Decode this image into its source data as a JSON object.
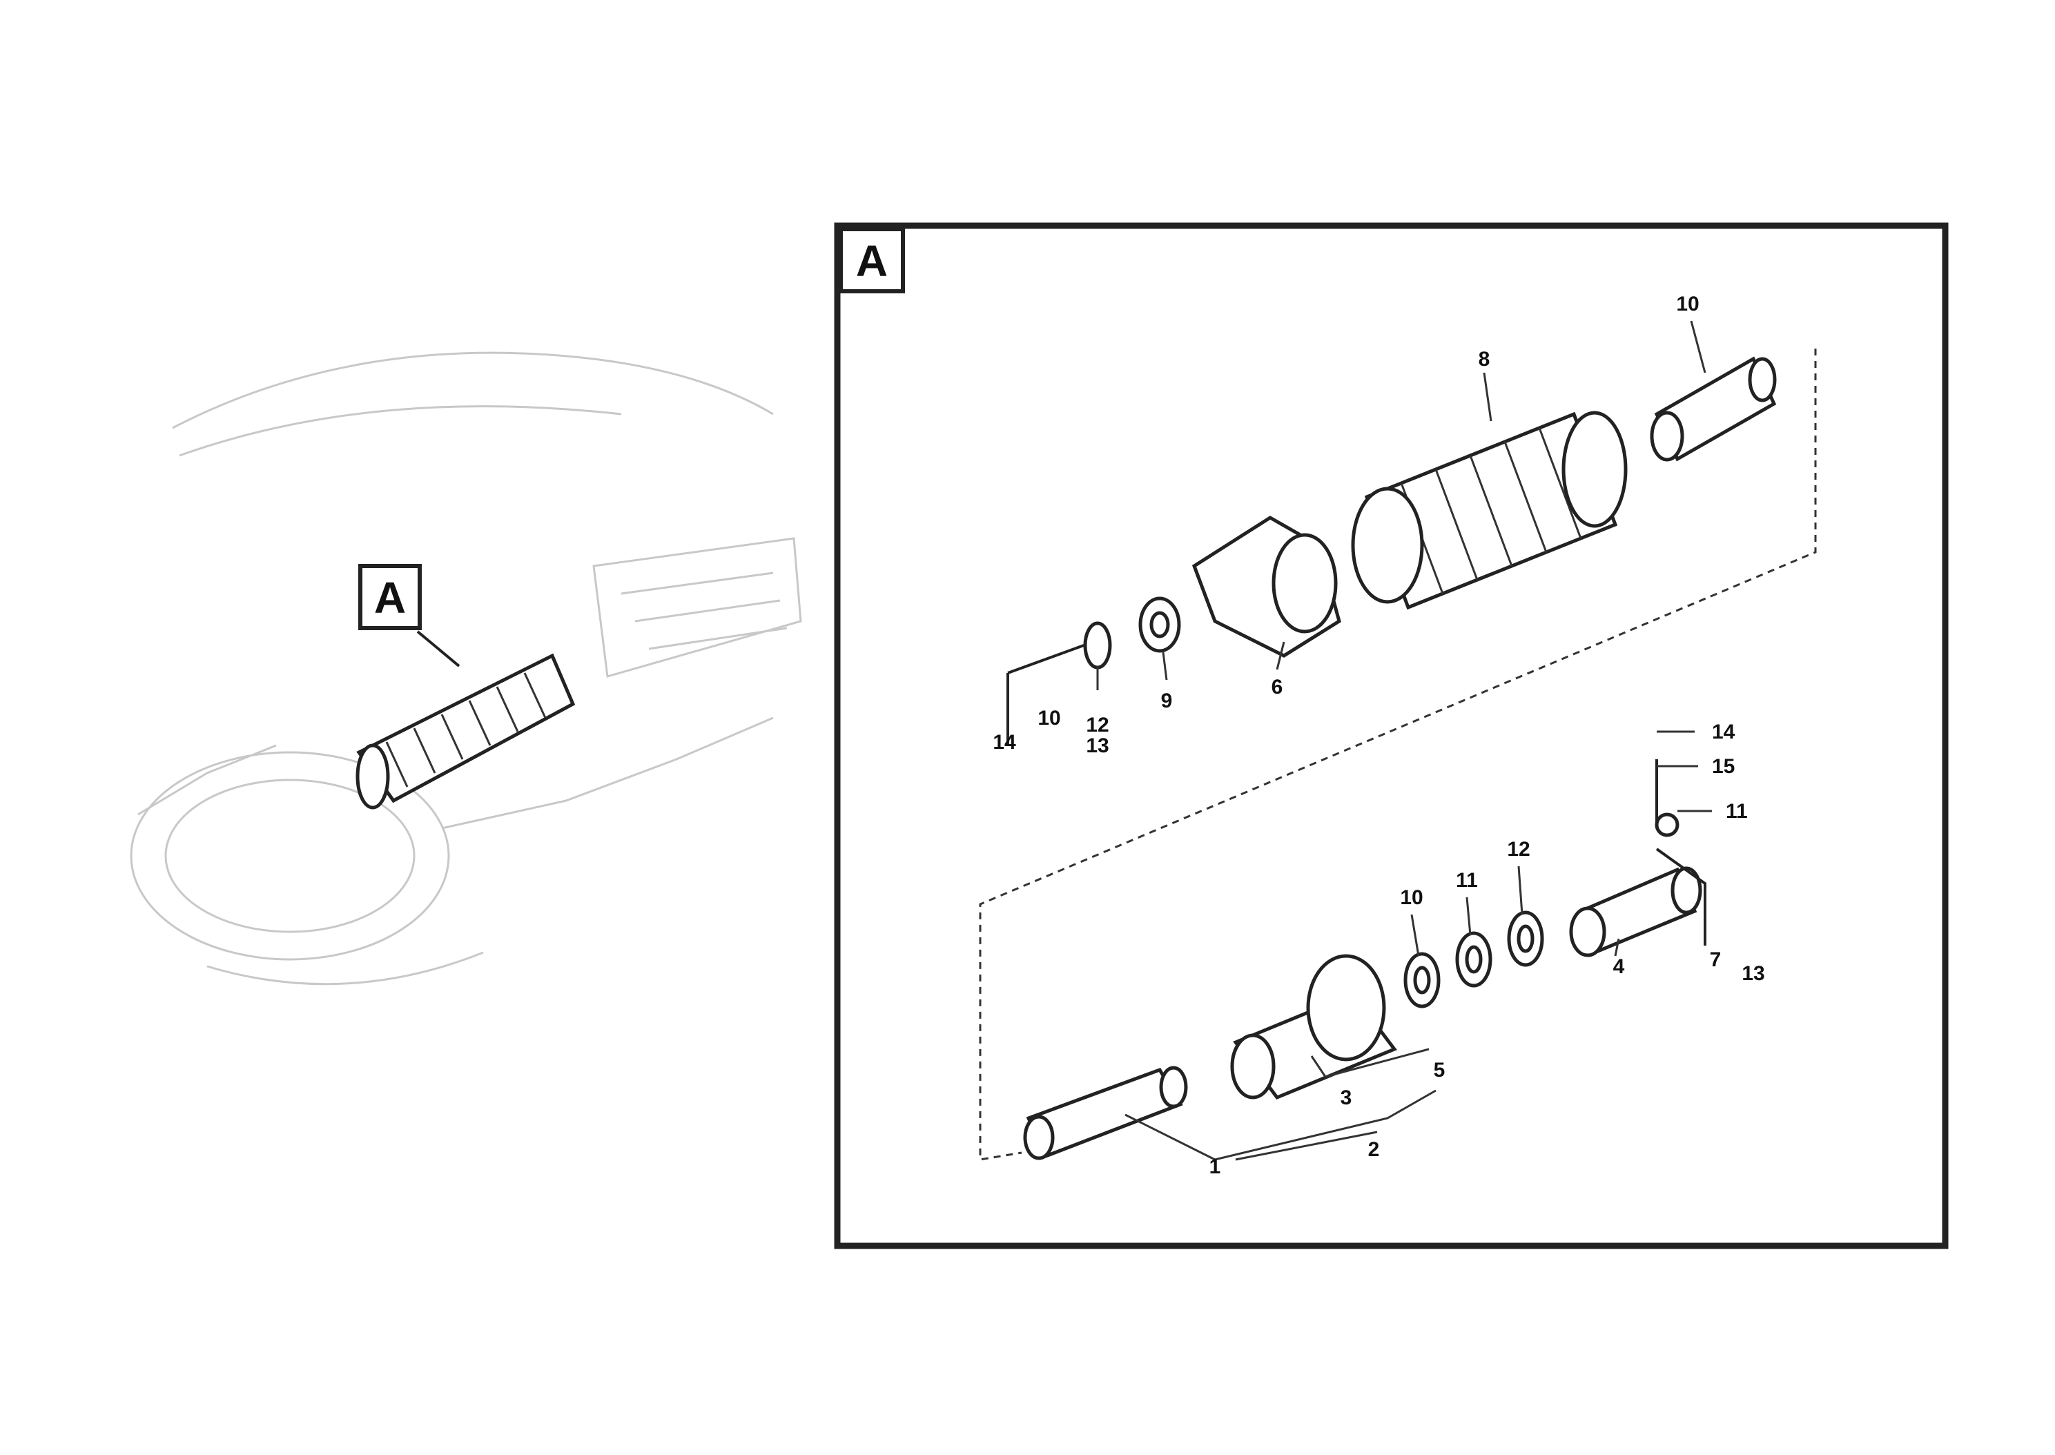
{
  "diagram": {
    "overview_label": "A",
    "detail_label": "A",
    "reference_lines": [
      "",
      ""
    ],
    "reference_code": "",
    "callouts": {
      "c_top_right": "10",
      "c_spring": "8",
      "c_bracket": "6",
      "c_nut": "9",
      "c_washer": "12",
      "c_bolt_a": "14",
      "c_bolt_b": "10",
      "c_bolt_c": "13",
      "c_r1": "14",
      "c_r2": "15",
      "c_r3": "11",
      "c_ring1": "10",
      "c_ring2": "11",
      "c_ring3": "12",
      "c_cyl": "4",
      "c_r4": "7",
      "c_r5": "13",
      "c_base1": "1",
      "c_base2": "2",
      "c_base3": "3",
      "c_base4": "5"
    }
  }
}
